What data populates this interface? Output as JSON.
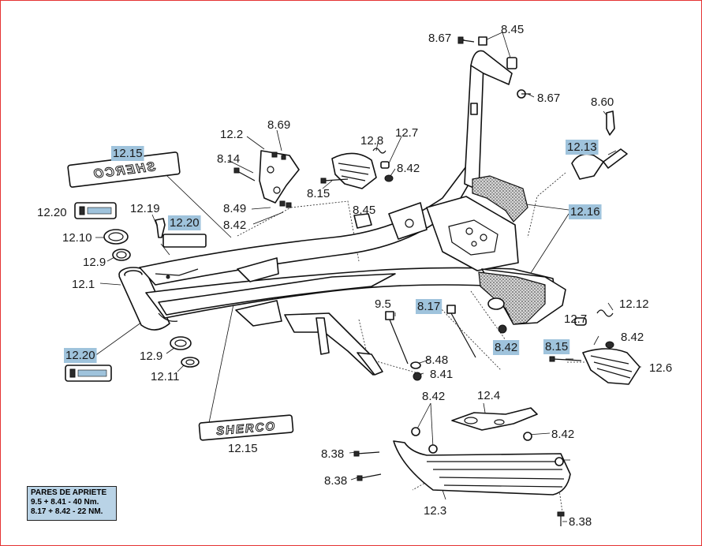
{
  "callouts": [
    {
      "text": "8.67",
      "highlight": false
    },
    {
      "text": "8.45",
      "highlight": false
    },
    {
      "text": "8.67",
      "highlight": false
    },
    {
      "text": "8.60",
      "highlight": false
    },
    {
      "text": "12.2",
      "highlight": false
    },
    {
      "text": "8.69",
      "highlight": false
    },
    {
      "text": "8.14",
      "highlight": false
    },
    {
      "text": "12.15",
      "highlight": true
    },
    {
      "text": "12.8",
      "highlight": false
    },
    {
      "text": "12.7",
      "highlight": false
    },
    {
      "text": "8.42",
      "highlight": false
    },
    {
      "text": "8.15",
      "highlight": false
    },
    {
      "text": "12.13",
      "highlight": true
    },
    {
      "text": "12.16",
      "highlight": true
    },
    {
      "text": "12.20",
      "highlight": false
    },
    {
      "text": "12.19",
      "highlight": false
    },
    {
      "text": "12.20",
      "highlight": true
    },
    {
      "text": "8.49",
      "highlight": false
    },
    {
      "text": "8.42",
      "highlight": false
    },
    {
      "text": "8.45",
      "highlight": false
    },
    {
      "text": "12.10",
      "highlight": false
    },
    {
      "text": "12.9",
      "highlight": false
    },
    {
      "text": "12.1",
      "highlight": false
    },
    {
      "text": "9.5",
      "highlight": false
    },
    {
      "text": "8.17",
      "highlight": true
    },
    {
      "text": "12.7",
      "highlight": false
    },
    {
      "text": "12.12",
      "highlight": false
    },
    {
      "text": "8.42",
      "highlight": true
    },
    {
      "text": "8.42",
      "highlight": false
    },
    {
      "text": "8.15",
      "highlight": true
    },
    {
      "text": "12.6",
      "highlight": false
    },
    {
      "text": "12.20",
      "highlight": true
    },
    {
      "text": "12.9",
      "highlight": false
    },
    {
      "text": "12.11",
      "highlight": false
    },
    {
      "text": "8.48",
      "highlight": false
    },
    {
      "text": "8.41",
      "highlight": false
    },
    {
      "text": "8.42",
      "highlight": false
    },
    {
      "text": "12.4",
      "highlight": false
    },
    {
      "text": "8.42",
      "highlight": false
    },
    {
      "text": "12.15",
      "highlight": false
    },
    {
      "text": "8.38",
      "highlight": false
    },
    {
      "text": "8.38",
      "highlight": false
    },
    {
      "text": "12.3",
      "highlight": false
    },
    {
      "text": "8.38",
      "highlight": false
    }
  ],
  "decals": {
    "brand_text": "SHERCO"
  },
  "torque_box": {
    "title": "PARES DE APRIETE",
    "line1": "9.5 + 8.41   - 40 Nm.",
    "line2": "8.17 + 8.42 - 22 NM."
  }
}
